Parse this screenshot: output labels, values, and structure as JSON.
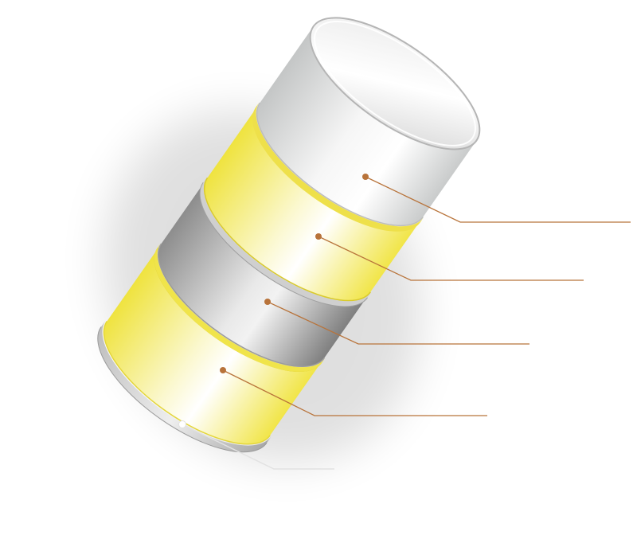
{
  "diagram": {
    "type": "stacked-cylinder-infographic",
    "colors": {
      "silver": "#d9d9d9",
      "yellow": "#f3ea5c",
      "gray": "#8f8f8f",
      "leader_line": "#b8733a",
      "base_rim": "#c9c9c9",
      "base_leader": "#e6e6e6"
    },
    "layers": [
      {
        "name": "top-cap",
        "color": "silver"
      },
      {
        "name": "layer-2",
        "color": "yellow"
      },
      {
        "name": "layer-3",
        "color": "gray"
      },
      {
        "name": "layer-4",
        "color": "yellow"
      }
    ],
    "callouts": [
      {
        "target": "top-cap"
      },
      {
        "target": "layer-2"
      },
      {
        "target": "layer-3"
      },
      {
        "target": "layer-4"
      },
      {
        "target": "base"
      }
    ]
  }
}
